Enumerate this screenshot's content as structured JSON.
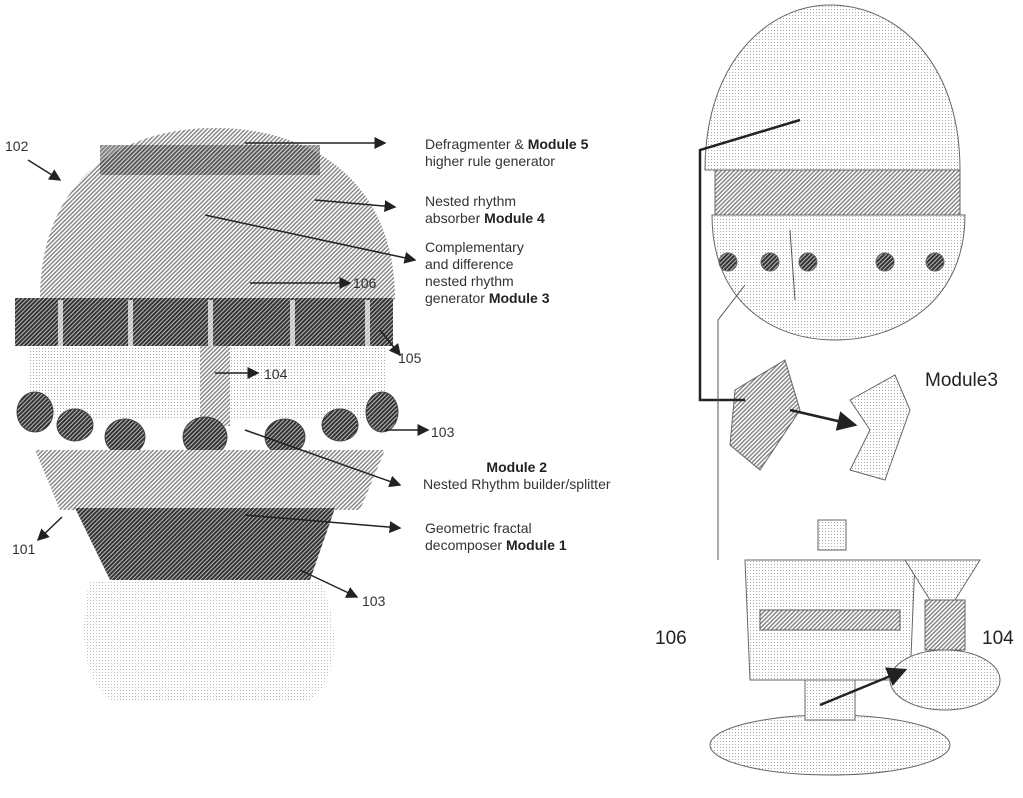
{
  "figure": {
    "left": {
      "refs": {
        "r102": "102",
        "r106": "106",
        "r105": "105",
        "r104": "104",
        "r103a": "103",
        "r101": "101",
        "r103b": "103"
      },
      "callouts": [
        {
          "line1": "Defragmenter &",
          "module": "Module 5",
          "line2": "higher rule generator"
        },
        {
          "line1": "Nested rhythm",
          "line2": "absorber",
          "module": "Module 4"
        },
        {
          "line1": "Complementary",
          "line2": "and difference",
          "line3": "nested rhythm",
          "line4": "generator",
          "module": "Module 3"
        },
        {
          "module": "Module 2",
          "line1": "Nested Rhythm builder/splitter"
        },
        {
          "line1": "Geometric fractal",
          "line2": "decomposer",
          "module": "Module 1"
        }
      ]
    },
    "right": {
      "module_label": "Module3",
      "r106": "106",
      "r104": "104"
    }
  }
}
